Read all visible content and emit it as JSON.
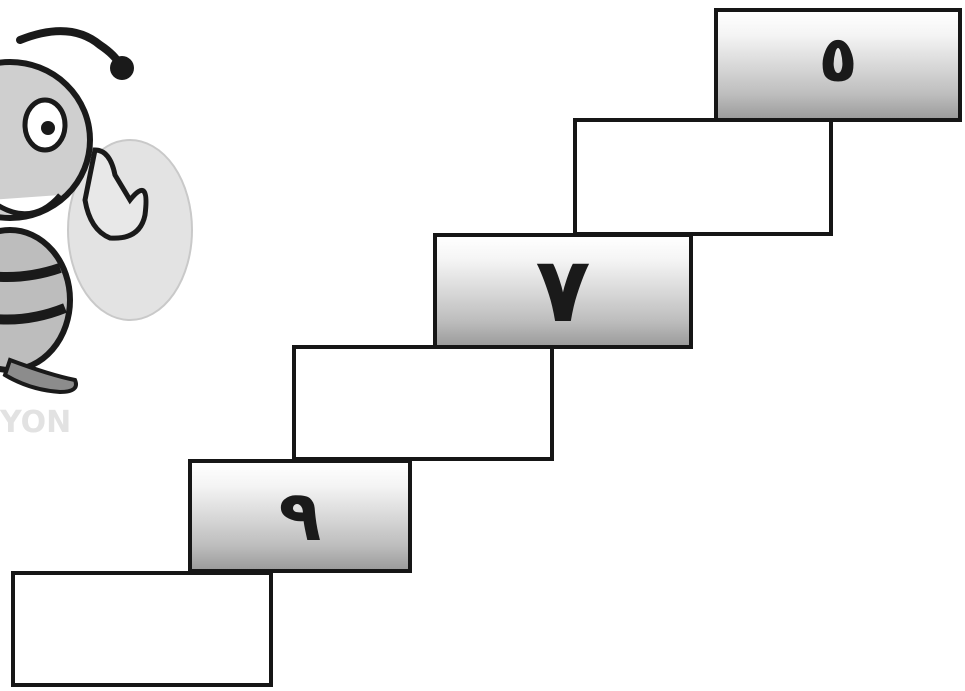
{
  "staircase": {
    "steps": [
      {
        "label": "٥",
        "shaded": true
      },
      {
        "label": "",
        "shaded": false
      },
      {
        "label": "٧",
        "shaded": true
      },
      {
        "label": "",
        "shaded": false
      },
      {
        "label": "٩",
        "shaded": true
      },
      {
        "label": "",
        "shaded": false
      }
    ]
  },
  "mascot": {
    "icon": "bee-cartoon-icon",
    "colors": {
      "outline": "#1a1a1a",
      "wing": "#d8d8d8"
    }
  }
}
